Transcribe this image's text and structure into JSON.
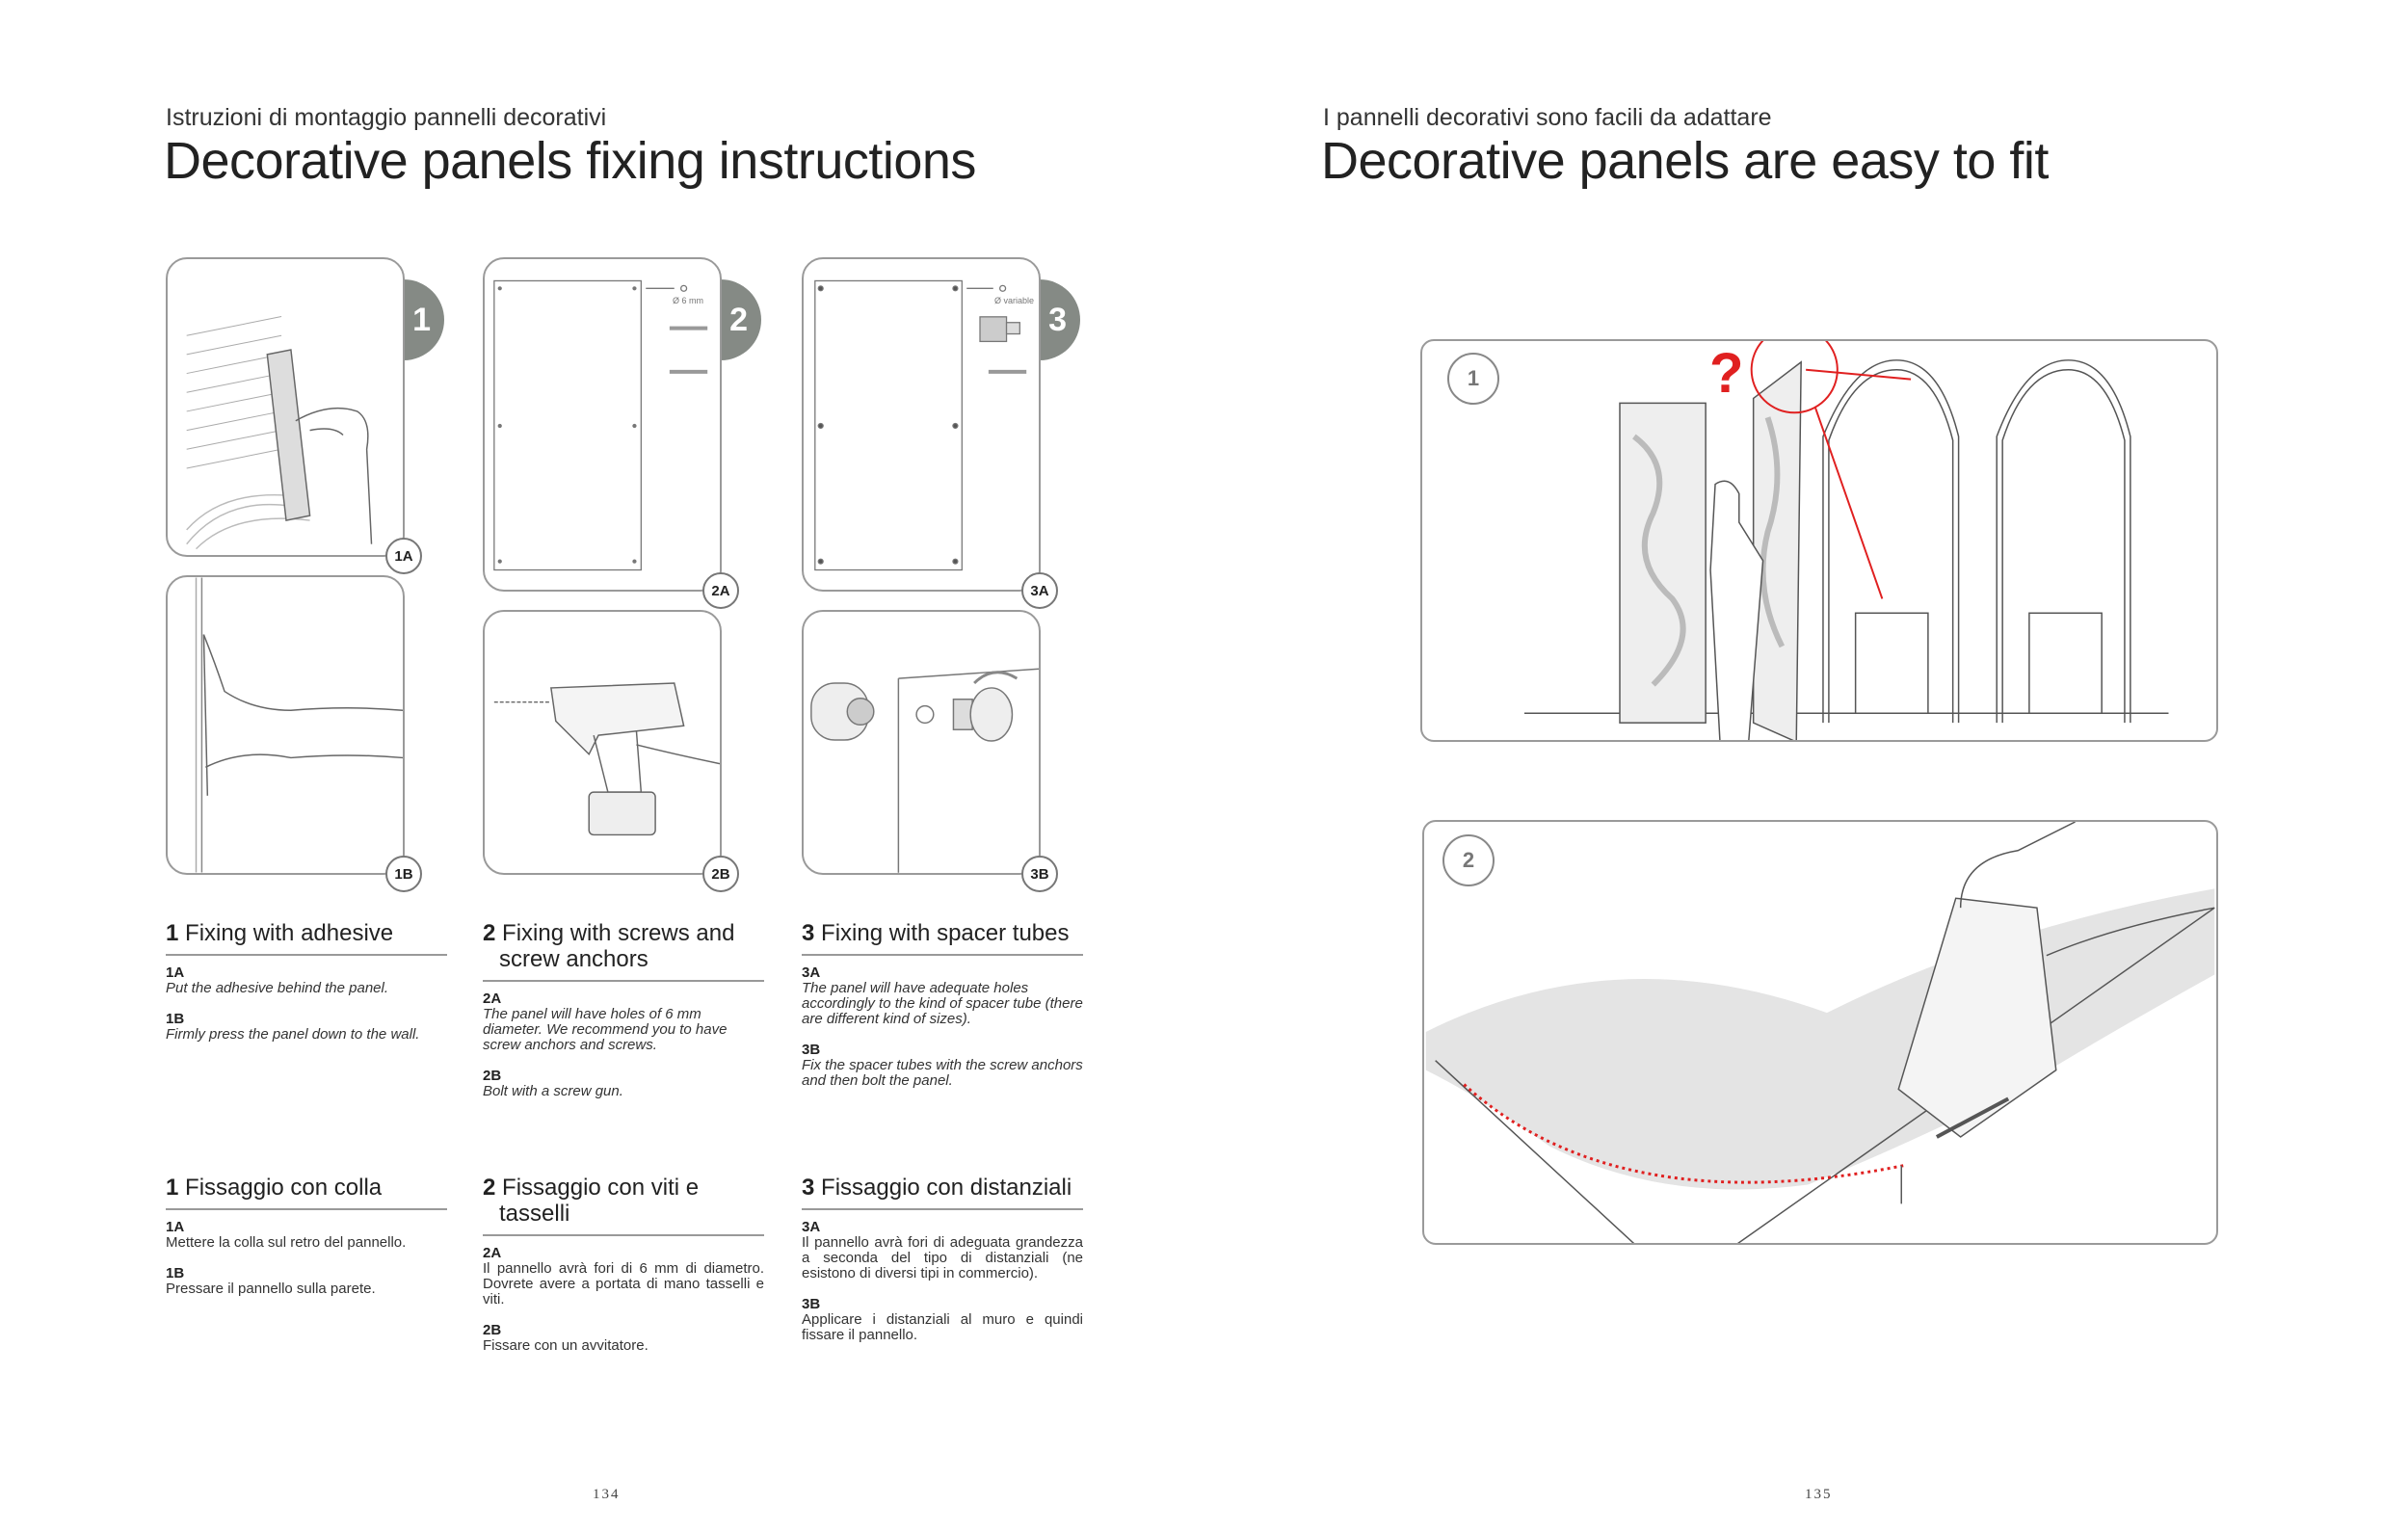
{
  "left_page": {
    "subtitle": "Istruzioni di montaggio pannelli decorativi",
    "title": "Decorative panels fixing instructions",
    "steps": [
      {
        "num": "1",
        "panels": [
          "1A",
          "1B"
        ]
      },
      {
        "num": "2",
        "panels": [
          "2A",
          "2B"
        ],
        "hole_label": "Ø 6 mm"
      },
      {
        "num": "3",
        "panels": [
          "3A",
          "3B"
        ],
        "hole_label": "Ø variable"
      }
    ],
    "english": [
      {
        "num": "1",
        "title": "Fixing with adhesive",
        "items": [
          {
            "k": "1A",
            "t": "Put the adhesive behind the panel."
          },
          {
            "k": "1B",
            "t": "Firmly press the panel down to the wall."
          }
        ]
      },
      {
        "num": "2",
        "title": "Fixing with screws and screw anchors",
        "items": [
          {
            "k": "2A",
            "t": "The panel will have holes of 6 mm diameter. We recommend you to have screw anchors and screws."
          },
          {
            "k": "2B",
            "t": "Bolt with a screw gun."
          }
        ]
      },
      {
        "num": "3",
        "title": "Fixing with spacer tubes",
        "items": [
          {
            "k": "3A",
            "t": "The panel will have adequate holes accordingly to the kind of spacer tube (there are different kind of sizes)."
          },
          {
            "k": "3B",
            "t": "Fix the spacer tubes with the screw anchors and then bolt the panel."
          }
        ]
      }
    ],
    "italian": [
      {
        "num": "1",
        "title": "Fissaggio con colla",
        "items": [
          {
            "k": "1A",
            "t": "Mettere la colla sul retro del pannello."
          },
          {
            "k": "1B",
            "t": "Pressare il pannello sulla parete."
          }
        ]
      },
      {
        "num": "2",
        "title": "Fissaggio con viti e tasselli",
        "items": [
          {
            "k": "2A",
            "t": "Il pannello avrà fori di 6 mm di diametro. Dovrete avere a portata di mano tasselli e viti."
          },
          {
            "k": "2B",
            "t": "Fissare con un avvitatore."
          }
        ]
      },
      {
        "num": "3",
        "title": "Fissaggio con distanziali",
        "items": [
          {
            "k": "3A",
            "t": "Il pannello avrà fori di adeguata grandezza a seconda del tipo di distanziali (ne esistono di diversi tipi in commercio)."
          },
          {
            "k": "3B",
            "t": "Applicare i distanziali al muro e quindi fissare il pannello."
          }
        ]
      }
    ],
    "page_number": "134"
  },
  "right_page": {
    "subtitle": "I pannelli decorativi sono facili da adattare",
    "title": "Decorative panels are easy to fit",
    "figures": [
      {
        "num": "1",
        "mark": "?"
      },
      {
        "num": "2"
      }
    ],
    "page_number": "135"
  },
  "colors": {
    "tab": "#858a85",
    "accent_red": "#e02020",
    "border": "#9a9a9a"
  }
}
